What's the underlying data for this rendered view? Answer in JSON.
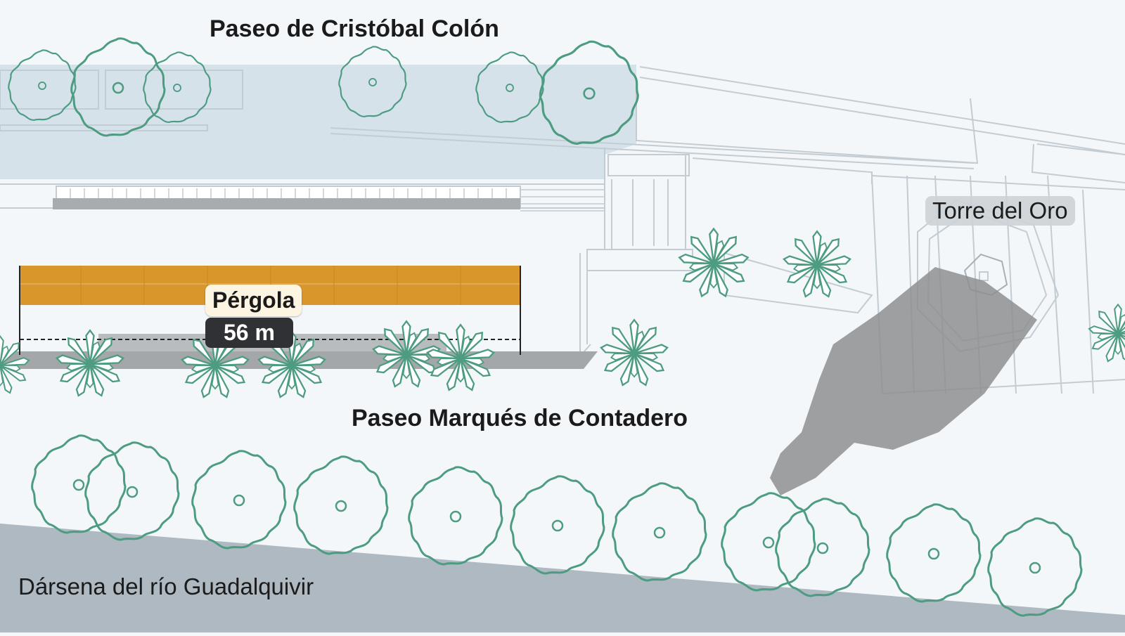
{
  "labels": {
    "street_top": "Paseo de Cristóbal Colón",
    "street_bottom": "Paseo Marqués de Contadero",
    "river": "Dársena del río Guadalquivir",
    "tower": "Torre del Oro",
    "pergola": "Pérgola",
    "pergola_length": "56 m"
  },
  "icons": {
    "tree": "tree-canopy-icon",
    "palm": "palm-icon"
  },
  "colors": {
    "background": "#f3f7fa",
    "plaza": "#d5e2ea",
    "river": "#aeb9c1",
    "pergola": "#d9962a",
    "vegetation": "#4d9c82",
    "outline": "#c3ccd2",
    "shadow": "#8d8f91"
  }
}
